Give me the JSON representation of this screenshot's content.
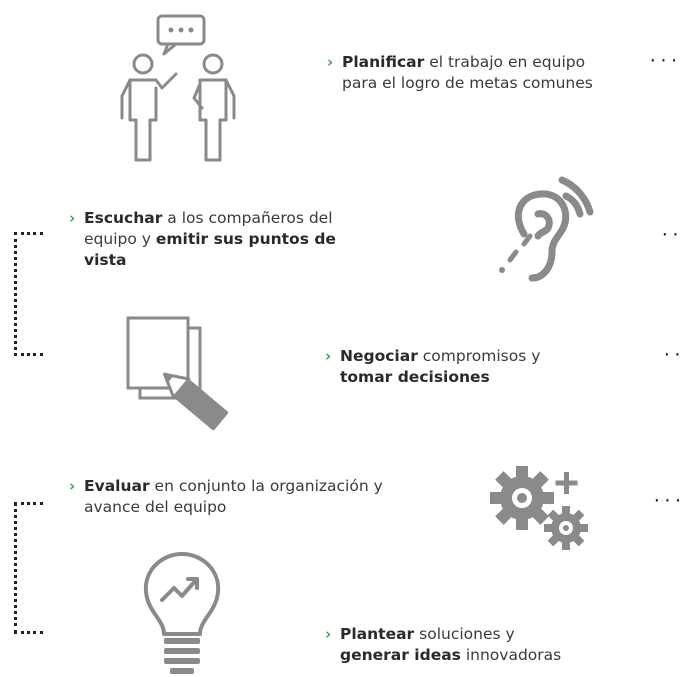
{
  "colors": {
    "accent": "#2fa84a",
    "icon": "#8a8a8a",
    "text": "#3a3a3a",
    "dots": "#222222"
  },
  "items": [
    {
      "chevron": "›",
      "bold1": "Planificar",
      "text1": " el trabajo en equipo",
      "line2": "para el logro de metas comunes",
      "icon": "two-people-talking-icon"
    },
    {
      "chevron": "›",
      "bold1": "Escuchar",
      "text1": " a los compañeros del",
      "line2a": "equipo y ",
      "bold2": "emitir sus puntos de",
      "bold3": "vista",
      "icon": "hearing-assistance-icon"
    },
    {
      "chevron": "›",
      "bold1": "Negociar",
      "text1": " compromisos y",
      "bold2": "tomar decisiones",
      "icon": "document-pencil-icon"
    },
    {
      "chevron": "›",
      "bold1": "Evaluar",
      "text1": " en conjunto la organización y",
      "line2": "avance del equipo",
      "icon": "gears-plus-icon"
    },
    {
      "chevron": "›",
      "bold1": "Plantear",
      "text1": " soluciones y",
      "bold2": "generar ideas",
      "text2": " innovadoras",
      "icon": "lightbulb-trend-icon"
    }
  ],
  "dot_leader": "···"
}
